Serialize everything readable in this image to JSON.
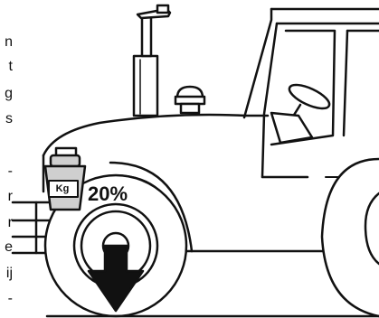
{
  "edge_text": {
    "lines": [
      "n",
      "t",
      "g",
      "s",
      "-",
      "r",
      "r",
      "e",
      "ij",
      "-"
    ]
  },
  "labels": {
    "weight_label": "Kg",
    "percentage": "20%"
  },
  "icons": {
    "weight": "ballast-weight-icon",
    "arrow": "down-arrow-icon"
  },
  "colors": {
    "ink": "#111111",
    "weight_fill": "#cfcfcf",
    "background": "#ffffff"
  }
}
